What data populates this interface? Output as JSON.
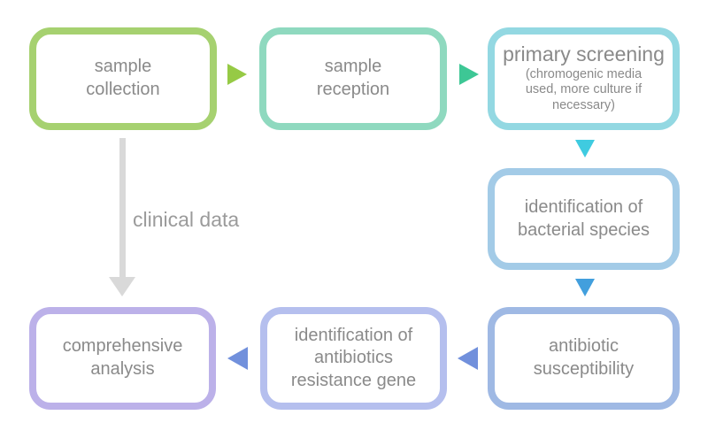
{
  "diagram": {
    "text_color": "#8a8a8a",
    "nodes": [
      {
        "id": "sample-collection",
        "label": "sample\ncollection",
        "border_color": "#a6d170"
      },
      {
        "id": "sample-reception",
        "label": "sample\nreception",
        "border_color": "#8fd9bf"
      },
      {
        "id": "primary-screening",
        "label": "primary screening",
        "sublabel": "(chromogenic media\nused, more culture if\nnecessary)",
        "border_color": "#93d8e2"
      },
      {
        "id": "identification-bacterial-species",
        "label": "identification of\nbacterial species",
        "border_color": "#a3cbe7"
      },
      {
        "id": "antibiotic-susceptibility",
        "label": "antibiotic\nsusceptibility",
        "border_color": "#9fb9e4"
      },
      {
        "id": "identification-resistance-gene",
        "label": "identification of\nantibiotics\nresistance gene",
        "border_color": "#b5bfee"
      },
      {
        "id": "comprehensive-analysis",
        "label": "comprehensive\nanalysis",
        "border_color": "#bcb1e9"
      }
    ],
    "arrows": {
      "collection_to_reception": {
        "direction": "right",
        "color": "#96ca45"
      },
      "reception_to_screening": {
        "direction": "right",
        "color": "#3dc795"
      },
      "screening_to_identification": {
        "direction": "down",
        "color": "#3fcbe0"
      },
      "identification_to_susceptibility": {
        "direction": "down",
        "color": "#429fdd"
      },
      "susceptibility_to_resistance_gene": {
        "direction": "left",
        "color": "#7190dc"
      },
      "resistance_gene_to_analysis": {
        "direction": "left",
        "color": "#7190dc"
      },
      "clinical_data": {
        "direction": "down",
        "color": "#d9d9d9",
        "label": "clinical data",
        "label_color": "#9b9b9b"
      }
    }
  }
}
